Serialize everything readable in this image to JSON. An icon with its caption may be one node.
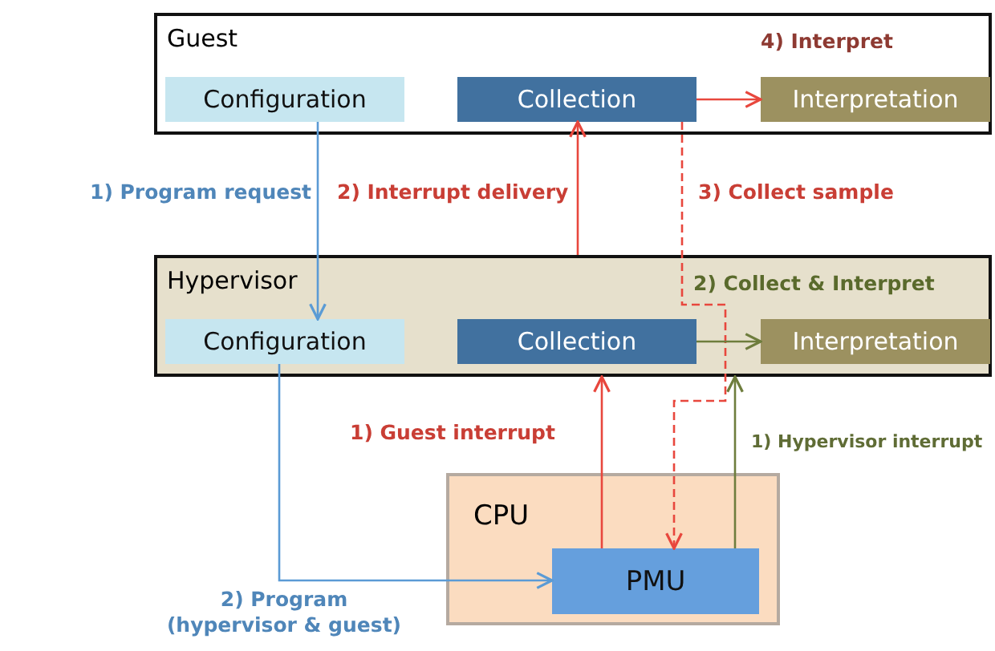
{
  "diagram": {
    "nodes": [
      {
        "text": [
          "Guest"
        ]
      },
      {
        "text": [
          "Configuration"
        ],
        "in": 0
      },
      {
        "text": [
          "Collection"
        ],
        "in": 0
      },
      {
        "text": [
          "Interpretation"
        ],
        "in": 0
      },
      {
        "text": [
          "Hypervisor"
        ]
      },
      {
        "text": [
          "Configuration"
        ],
        "in": 4
      },
      {
        "text": [
          "Collection"
        ],
        "in": 4
      },
      {
        "text": [
          "Interpretation"
        ],
        "in": 4
      },
      {
        "text": [
          "CPU"
        ]
      },
      {
        "text": [
          "PMU"
        ],
        "in": 8
      }
    ],
    "edges": [
      {
        "from": 2,
        "to": 3,
        "arrow": "to"
      },
      {
        "from": 1,
        "to": 5,
        "arrow": "to",
        "label": "1) Program request",
        "color": "#5b9bd5"
      },
      {
        "from": 4,
        "to": 2,
        "arrow": "to",
        "label": "2) Interrupt delivery"
      },
      {
        "from": 2,
        "to": 9,
        "arrow": "to",
        "label": "3) Collect sample",
        "style": "dashed"
      },
      {
        "from": 6,
        "to": 7,
        "arrow": "to",
        "color": "#6e7d3d"
      },
      {
        "from": 9,
        "to": 4,
        "arrow": "to",
        "label": "1) Guest interrupt"
      },
      {
        "from": 9,
        "to": 4,
        "arrow": "to",
        "label": "1) Hypervisor interrupt",
        "color": "#6e7d3d"
      },
      {
        "from": 5,
        "to": 9,
        "arrow": "to",
        "label": "2) Program (hypervisor & guest)",
        "color": "#5b9bd5"
      }
    ],
    "labels": [
      "4) Interpret",
      "2) Collect & Interpret"
    ]
  }
}
